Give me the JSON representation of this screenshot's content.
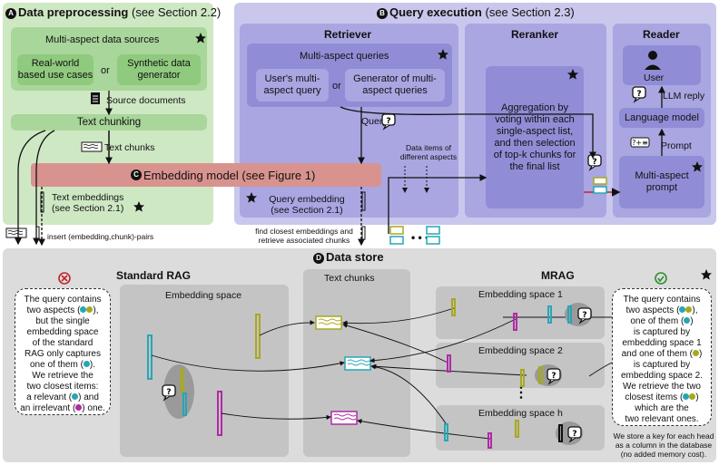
{
  "sections": {
    "preprocessing": {
      "letter": "A",
      "title": "Data preprocessing",
      "ref": " (see Section 2.2)"
    },
    "query_execution": {
      "letter": "B",
      "title": "Query execution",
      "ref": " (see Section 2.3)"
    },
    "embedding_model": {
      "letter": "C",
      "title": "Embedding model (see Figure 1)"
    },
    "data_store": {
      "letter": "D",
      "title": "Data store"
    }
  },
  "preprocessing": {
    "sources_title": "Multi-aspect data sources",
    "real_world": "Real-world based use cases",
    "or": "or",
    "synthetic": "Synthetic data generator",
    "source_docs": "Source documents",
    "text_chunking": "Text chunking",
    "text_chunks": "Text chunks",
    "text_embeddings": "Text embeddings (see Section 2.1)"
  },
  "retriever": {
    "title": "Retriever",
    "queries_title": "Multi-aspect queries",
    "user_query": "User's multi-aspect query",
    "or": "or",
    "generator": "Generator of multi-aspect queries",
    "query_label": "Query",
    "query_embedding": "Query embedding (see Section 2.1)"
  },
  "reranker": {
    "title": "Reranker",
    "aggregation": "Aggregation by voting within each single-aspect list, and then selection of top-k chunks for the final list",
    "data_items": "Data items of different aspects"
  },
  "reader": {
    "title": "Reader",
    "user": "User",
    "llm_reply": "LLM reply",
    "language_model": "Language model",
    "prompt": "Prompt",
    "multi_prompt": "Multi-aspect prompt"
  },
  "links": {
    "insert": "insert (embedding,chunk)-pairs",
    "find": "find closest embeddings and retrieve associated chunks"
  },
  "data_store": {
    "standard_rag": "Standard RAG",
    "embedding_space": "Embedding space",
    "text_chunks": "Text chunks",
    "mrag": "MRAG",
    "space1": "Embedding space 1",
    "space2": "Embedding space 2",
    "spaceh": "Embedding space h",
    "dots": "⋮",
    "standard_note": {
      "l1": "The query contains",
      "l2": "two aspects (",
      "l2b": "),",
      "l3": "but the single",
      "l4": "embedding space",
      "l5": "of the standard",
      "l6": "RAG only captures",
      "l7": "one of them (",
      "l7b": ").",
      "l8": "We retrieve the",
      "l9": "two closest items:",
      "l10": "a relevant (",
      "l10b": ") and",
      "l11": "an irrelevant (",
      "l11b": ") one."
    },
    "mrag_note": {
      "l1": "The query contains",
      "l2": "two aspects (",
      "l2b": "),",
      "l3": "one of them (",
      "l3b": ")",
      "l4": "is captured by",
      "l5": "embedding space 1",
      "l6": "and one of them (",
      "l6b": ")",
      "l7": "is captured by",
      "l8": "embedding space 2.",
      "l9": "We retrieve the two",
      "l10": "closest items (",
      "l10b": ")",
      "l11": "which are the",
      "l12": "two relevant ones."
    },
    "footnote": "We store a key for each head as a column in the database (no added memory cost)."
  },
  "colors": {
    "green_panel": "#cfe8c4",
    "green_box": "#a9d69a",
    "purple_panel": "#c9c7ec",
    "purple_box": "#a9a6e2",
    "purple_inner": "#908dd6",
    "embedding_model": "#d9938f",
    "gray_panel": "#dcdcdc",
    "gray_inner": "#c4c4c4",
    "teal": "#27a6b6",
    "olive": "#a8a820",
    "magenta": "#b02aa6",
    "fail": "#c0262c",
    "ok": "#2f8f2f"
  },
  "icons": [
    "star-icon",
    "document-icon",
    "chunks-icon",
    "speech-question-icon",
    "user-icon",
    "reply-icon",
    "prompt-icon",
    "x-circle-icon",
    "check-circle-icon",
    "ellipsis-icon"
  ]
}
